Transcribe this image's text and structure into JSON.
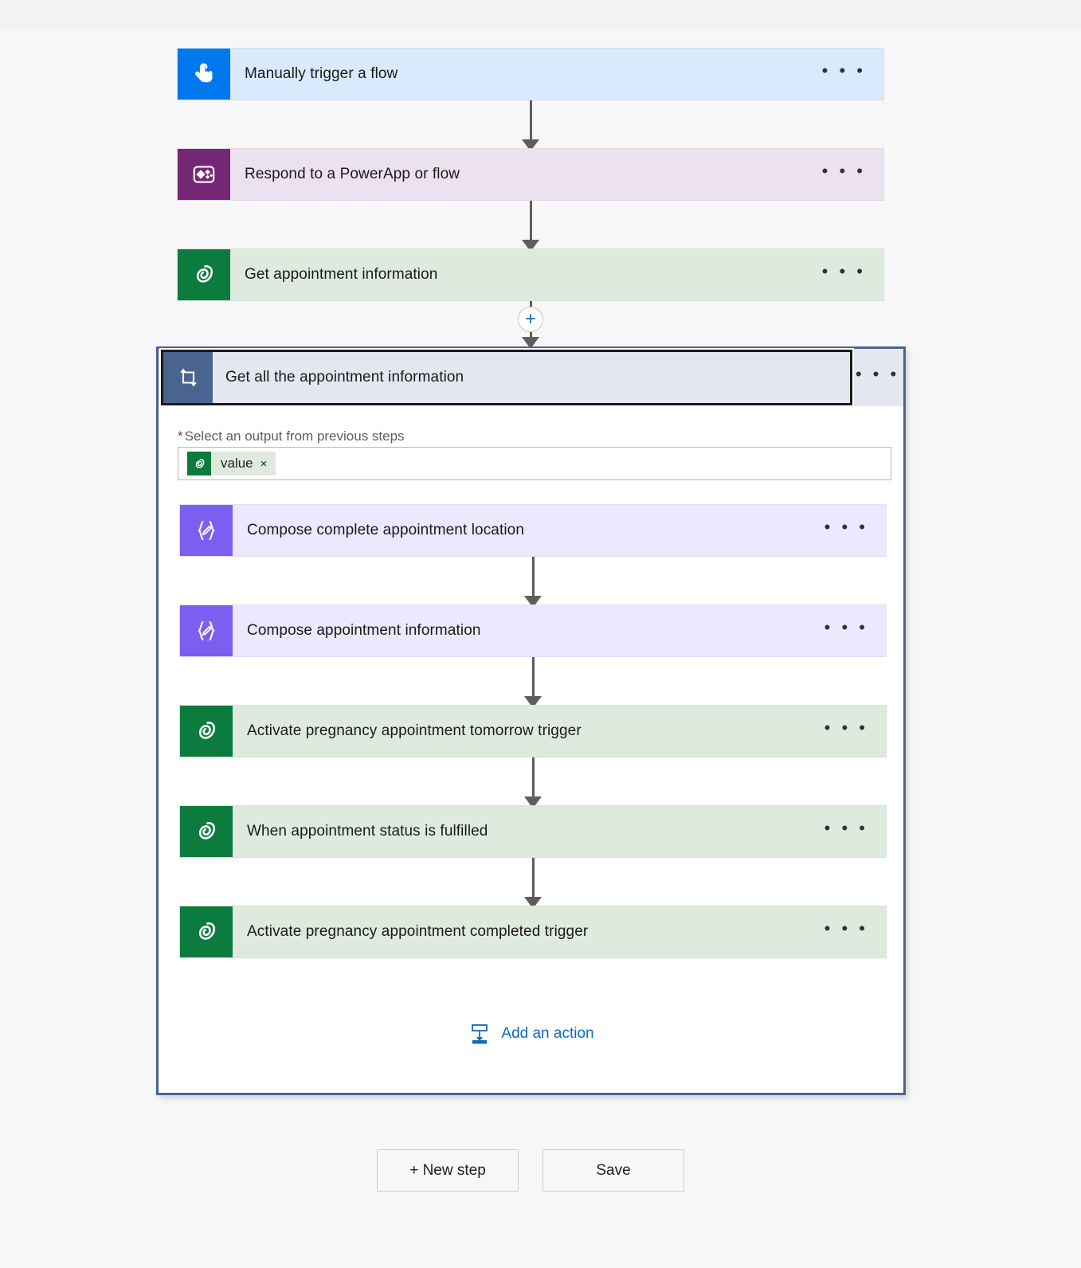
{
  "theme": {
    "page_background": "#f7f7f7",
    "accent_blue": "#0f6cbd",
    "loop_border": "#4a6390",
    "required_red": "#a4262c"
  },
  "flow": {
    "steps": [
      {
        "title": "Manually trigger a flow",
        "icon": "hand-tap-icon",
        "card_color": "#d9eafc",
        "icon_color": "#0078ef",
        "menu": "• • •"
      },
      {
        "title": "Respond to a PowerApp or flow",
        "icon": "powerapps-icon",
        "card_color": "#ece2ef",
        "icon_color": "#742774",
        "menu": "• • •"
      },
      {
        "title": "Get appointment information",
        "icon": "dataverse-icon",
        "card_color": "#dfeade",
        "icon_color": "#0b7b3e",
        "menu": "• • •"
      }
    ],
    "insert_button": {
      "icon": "plus-icon",
      "label": "+"
    }
  },
  "loop": {
    "title": "Get all the appointment information",
    "icon": "loop-repeat-icon",
    "menu": "• • •",
    "field": {
      "label": "Select an output from previous steps",
      "required_marker": "*",
      "token": {
        "label": "value",
        "icon": "dataverse-icon",
        "remove": "×"
      }
    },
    "actions": [
      {
        "title": "Compose complete appointment location",
        "icon": "compose-icon",
        "card_color": "#ece8fd",
        "icon_color": "#7c5ef0",
        "menu": "• • •"
      },
      {
        "title": "Compose appointment information",
        "icon": "compose-icon",
        "card_color": "#ece8fd",
        "icon_color": "#7c5ef0",
        "menu": "• • •"
      },
      {
        "title": "Activate pregnancy appointment tomorrow trigger",
        "icon": "dataverse-icon",
        "card_color": "#dfeade",
        "icon_color": "#0b7b3e",
        "menu": "• • •"
      },
      {
        "title": "When appointment status is fulfilled",
        "icon": "dataverse-icon",
        "card_color": "#dfeade",
        "icon_color": "#0b7b3e",
        "menu": "• • •"
      },
      {
        "title": "Activate pregnancy appointment completed trigger",
        "icon": "dataverse-icon",
        "card_color": "#dfeade",
        "icon_color": "#0b7b3e",
        "menu": "• • •"
      }
    ],
    "add_action": {
      "label": "Add an action",
      "icon": "add-action-icon"
    }
  },
  "footer": {
    "new_step_label": "+ New step",
    "save_label": "Save"
  }
}
